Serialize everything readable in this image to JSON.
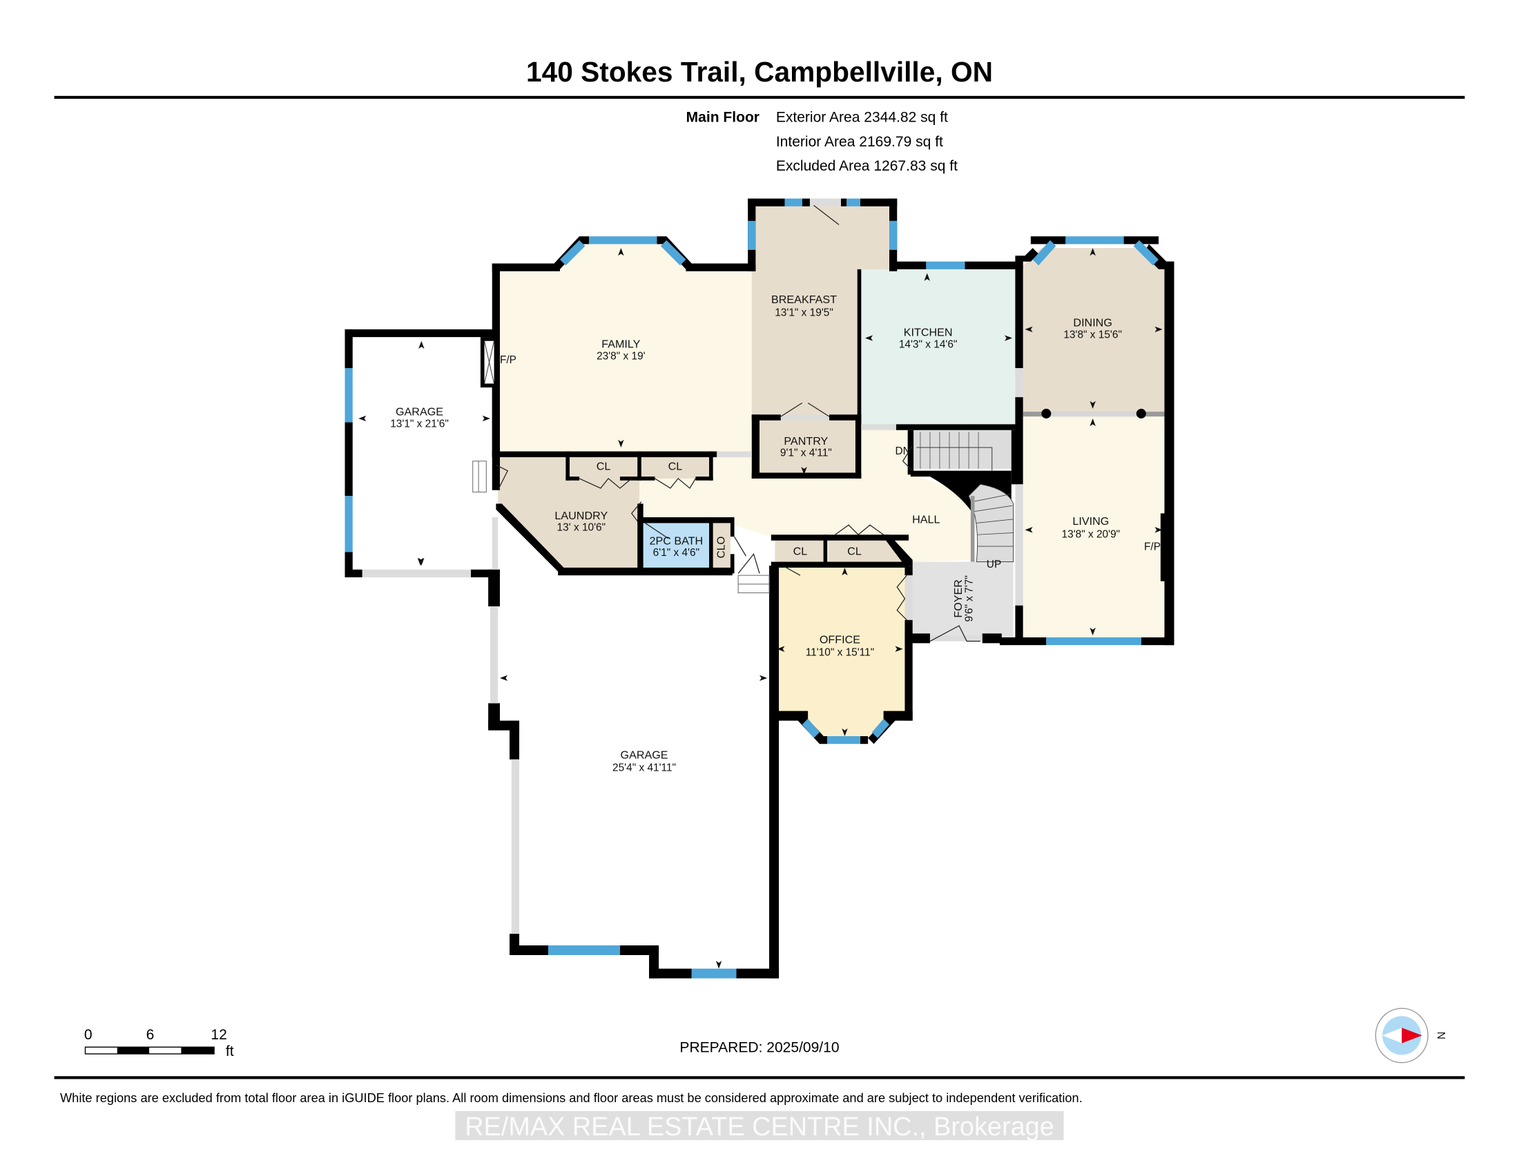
{
  "header": {
    "title": "140 Stokes Trail, Campbellville, ON",
    "floor_label": "Main Floor",
    "exterior_area": "Exterior Area 2344.82 sq ft",
    "interior_area": "Interior Area 2169.79 sq ft",
    "excluded_area": "Excluded Area 1267.83 sq ft"
  },
  "rooms": {
    "family": {
      "name": "FAMILY",
      "dims": "23'8\" x 19'",
      "color": "#fcf7e6"
    },
    "breakfast": {
      "name": "BREAKFAST",
      "dims": "13'1\" x 19'5\"",
      "color": "#e7ddcc"
    },
    "kitchen": {
      "name": "KITCHEN",
      "dims": "14'3\" x 14'6\"",
      "color": "#e5f1ec"
    },
    "dining": {
      "name": "DINING",
      "dims": "13'8\" x 15'6\"",
      "color": "#e7ddcc"
    },
    "garage_small": {
      "name": "GARAGE",
      "dims": "13'1\" x 21'6\"",
      "color": "#ffffff"
    },
    "pantry": {
      "name": "PANTRY",
      "dims": "9'1\" x 4'11\"",
      "color": "#e7ddcc"
    },
    "laundry": {
      "name": "LAUNDRY",
      "dims": "13' x 10'6\"",
      "color": "#e7ddcc"
    },
    "bath": {
      "name": "2PC BATH",
      "dims": "6'1\" x 4'6\"",
      "color": "#bde0f6"
    },
    "hall": {
      "name": "HALL",
      "color": "#fcf7e6"
    },
    "living": {
      "name": "LIVING",
      "dims": "13'8\" x 20'9\"",
      "color": "#fcf7e6"
    },
    "office": {
      "name": "OFFICE",
      "dims": "11'10\" x 15'11\"",
      "color": "#fcf0cc"
    },
    "foyer": {
      "name": "FOYER",
      "dims": "9'6\" x 7'7\"",
      "color": "#e2e2e2"
    },
    "garage_large": {
      "name": "GARAGE",
      "dims": "25'4\" x 41'11\"",
      "color": "#ffffff"
    }
  },
  "labels": {
    "closet": "CL",
    "clo": "CLO",
    "fireplace": "F/P",
    "stairs_down": "DN",
    "stairs_up": "UP"
  },
  "scale_bar": {
    "t0": "0",
    "t1": "6",
    "t2": "12",
    "unit": "ft"
  },
  "prepared": "PREPARED: 2025/09/10",
  "compass": {
    "label": "N"
  },
  "footer": {
    "disclaimer": "White regions are excluded from total floor area in iGUIDE floor plans. All room dimensions and floor areas must be considered approximate and are subject to independent verification.",
    "watermark": "RE/MAX REAL ESTATE CENTRE INC., Brokerage"
  }
}
